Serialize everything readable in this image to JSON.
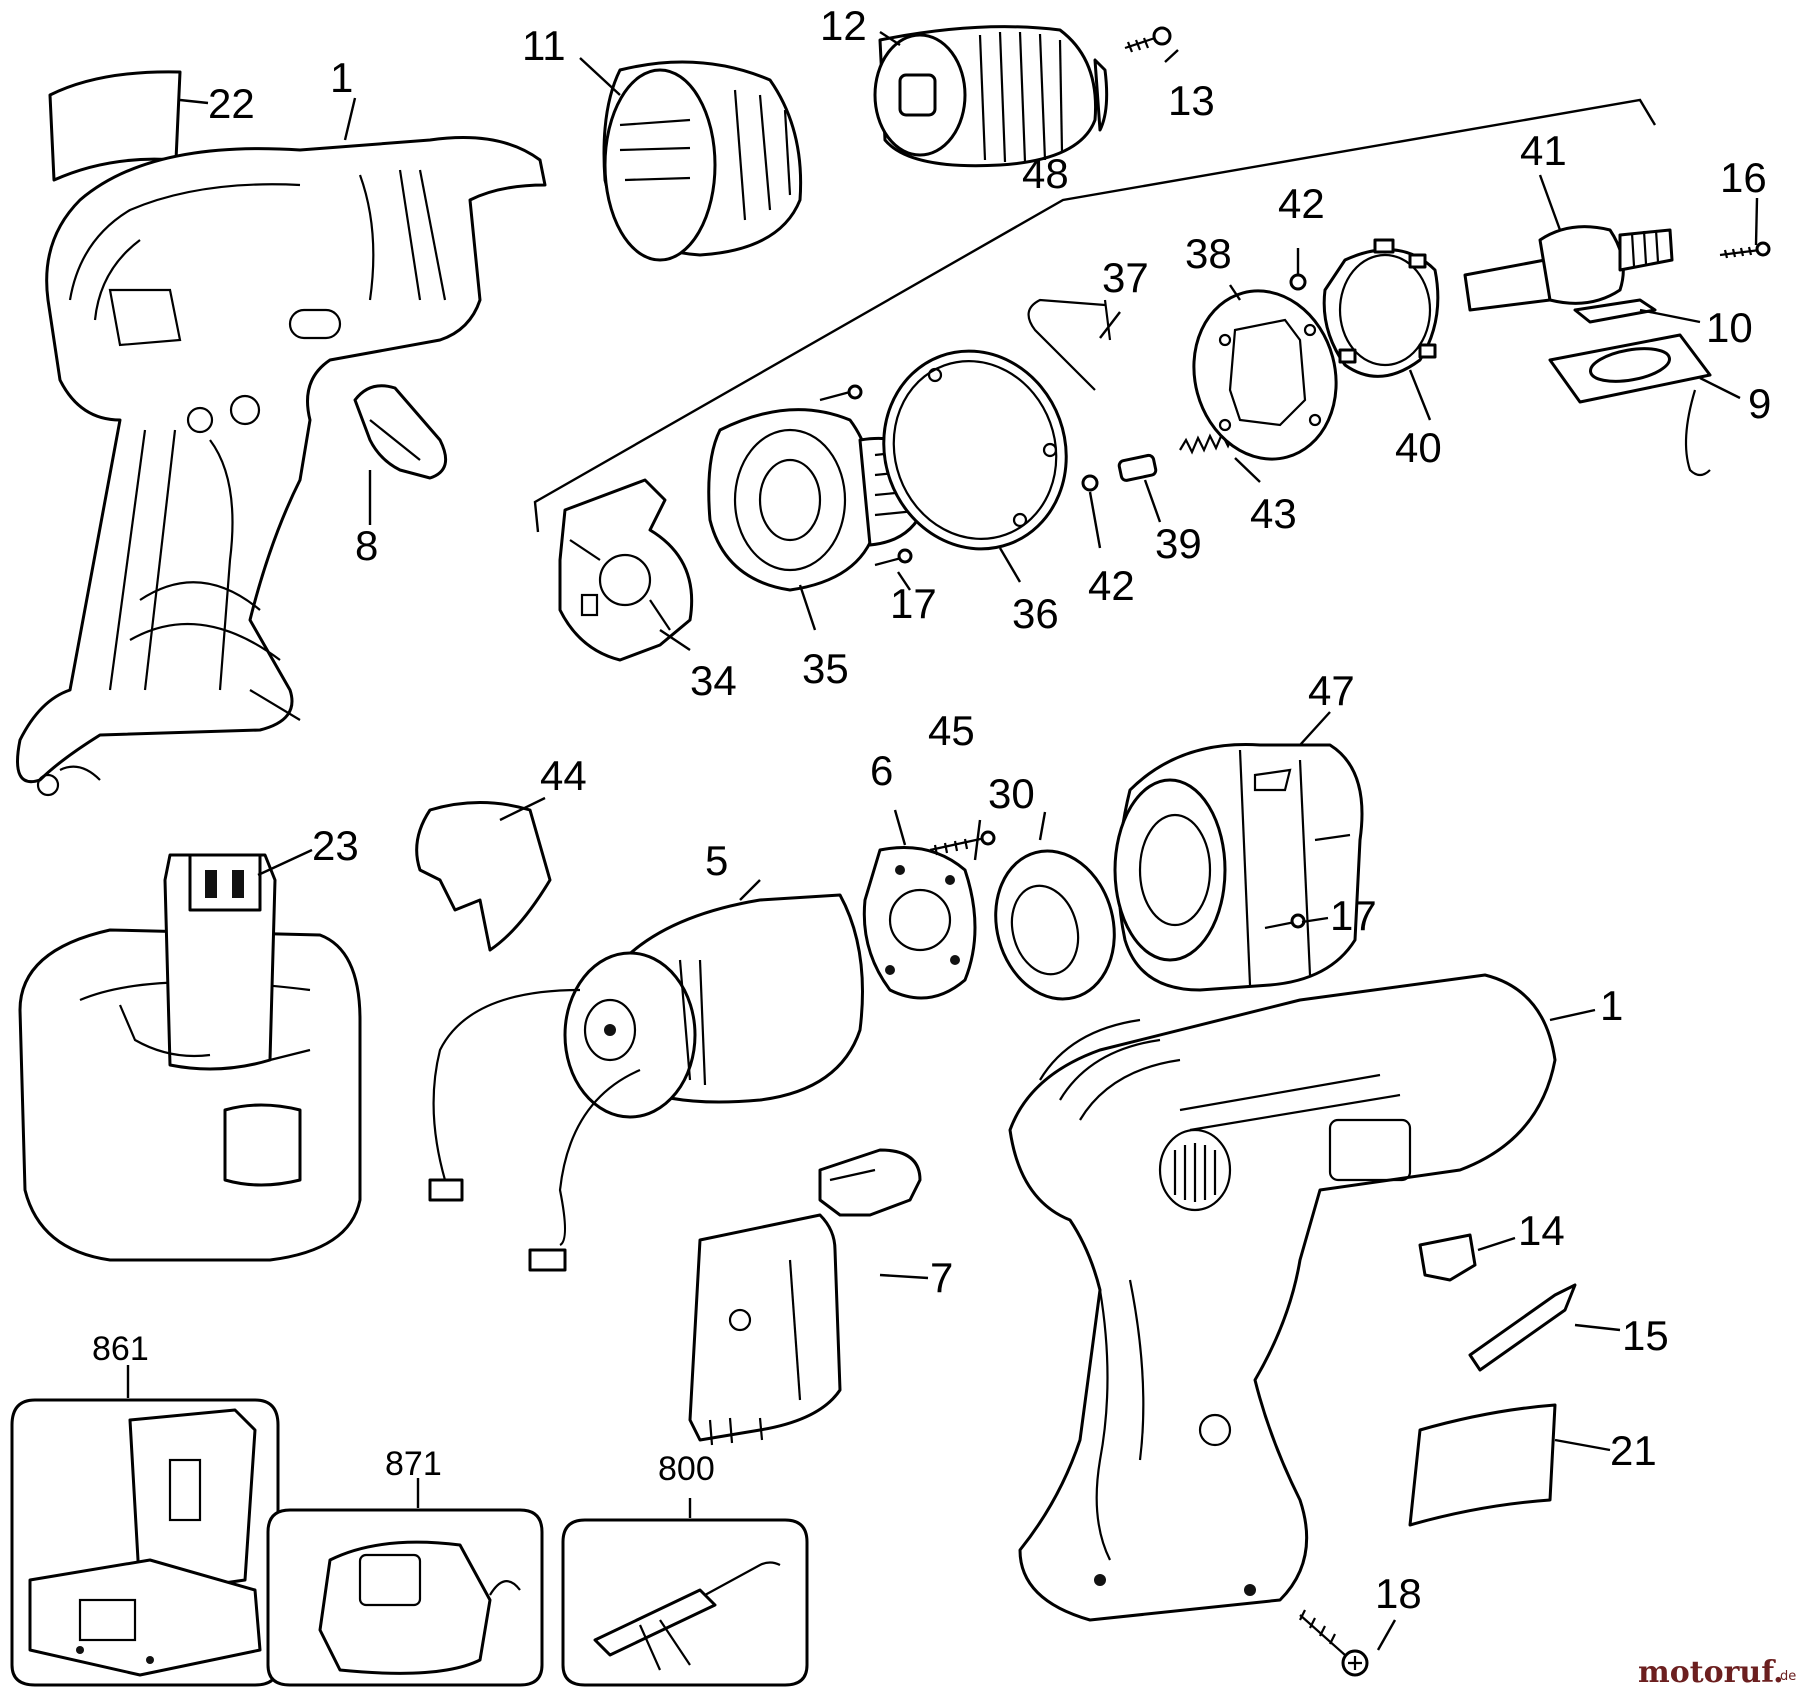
{
  "labels": {
    "p22": "22",
    "p1a": "1",
    "p11": "11",
    "p12": "12",
    "p13": "13",
    "p48": "48",
    "p41": "41",
    "p16": "16",
    "p42a": "42",
    "p38": "38",
    "p37": "37",
    "p10": "10",
    "p9": "9",
    "p40": "40",
    "p43": "43",
    "p39": "39",
    "p42b": "42",
    "p36": "36",
    "p17a": "17",
    "p35": "35",
    "p34": "34",
    "p8": "8",
    "p44": "44",
    "p23": "23",
    "p5": "5",
    "p6": "6",
    "p45": "45",
    "p30": "30",
    "p47": "47",
    "p17b": "17",
    "p1b": "1",
    "p14": "14",
    "p15": "15",
    "p7": "7",
    "p21": "21",
    "p18": "18",
    "p861": "861",
    "p871": "871",
    "p800": "800"
  },
  "watermark": {
    "brand_main": "motoruf",
    "brand_dot": ".",
    "brand_tld": "de"
  }
}
